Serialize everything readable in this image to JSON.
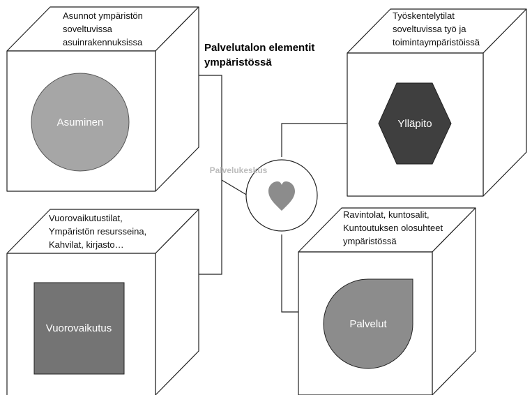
{
  "title": {
    "line1": "Palvelutalon elementit",
    "line2": "ympäristössä"
  },
  "center": {
    "label": "Palvelukeskus",
    "icon": "heart-icon"
  },
  "elements": {
    "asuminen": {
      "caption": [
        "Asunnot ympäristön",
        "soveltuvissa",
        "asuinrakennuksissa"
      ],
      "shape_label": "Asuminen",
      "shape": "circle",
      "color": "#a6a6a6"
    },
    "yllapito": {
      "caption": [
        "Työskentelytilat",
        "soveltuvissa työ ja",
        "toimintaympäristöissä"
      ],
      "shape_label": "Ylläpito",
      "shape": "hexagon",
      "color": "#3f3f3f"
    },
    "vuorovaikutus": {
      "caption": [
        "Vuorovaikutustilat,",
        "Ympäristön resursseina,",
        "Kahvilat, kirjasto…"
      ],
      "shape_label": "Vuorovaikutus",
      "shape": "square",
      "color": "#747474"
    },
    "palvelut": {
      "caption": [
        "Ravintolat, kuntosalit,",
        "Kuntoutuksen olosuhteet",
        "ympäristössä"
      ],
      "shape_label": "Palvelut",
      "shape": "teardrop",
      "color": "#8c8c8c"
    }
  },
  "colors": {
    "heart": "#8c8c8c",
    "center_label": "#bcbcbc"
  }
}
